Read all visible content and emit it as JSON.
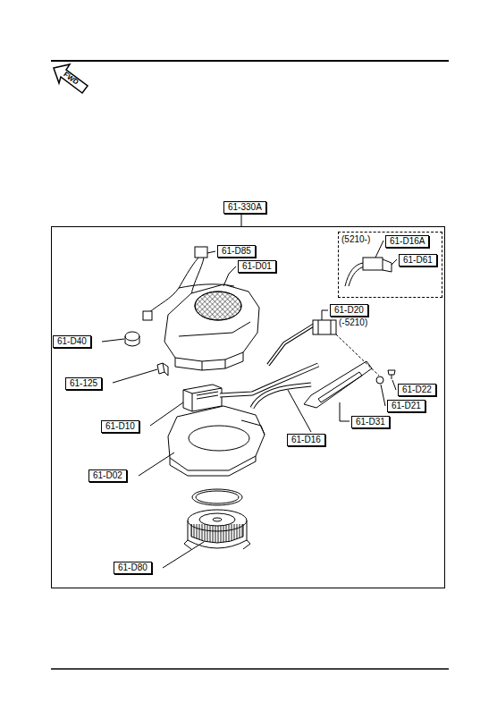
{
  "diagram": {
    "nodes": [
      {
        "text": [
          "61-330A"
        ]
      },
      {
        "text": [
          "(5210-)"
        ],
        "in": 0
      },
      {
        "text": [
          "61-D16A"
        ],
        "in": 1
      },
      {
        "text": [
          "61-D61"
        ],
        "in": 1
      },
      {
        "text": [
          "61-D85"
        ],
        "in": 0
      },
      {
        "text": [
          "61-D01"
        ],
        "in": 0
      },
      {
        "text": [
          "61-D20"
        ],
        "in": 0
      },
      {
        "text": [
          "61-D40"
        ],
        "in": 0
      },
      {
        "text": [
          "61-D22"
        ],
        "in": 0
      },
      {
        "text": [
          "61-125"
        ],
        "in": 0
      },
      {
        "text": [
          "61-D21"
        ],
        "in": 0
      },
      {
        "text": [
          "61-D10"
        ],
        "in": 0
      },
      {
        "text": [
          "61-D31"
        ],
        "in": 0
      },
      {
        "text": [
          "61-D16"
        ],
        "in": 0
      },
      {
        "text": [
          "61-D02"
        ],
        "in": 0
      },
      {
        "text": [
          "61-D80"
        ],
        "in": 0
      }
    ],
    "labels": [
      "FWD",
      "(-5210)"
    ]
  }
}
